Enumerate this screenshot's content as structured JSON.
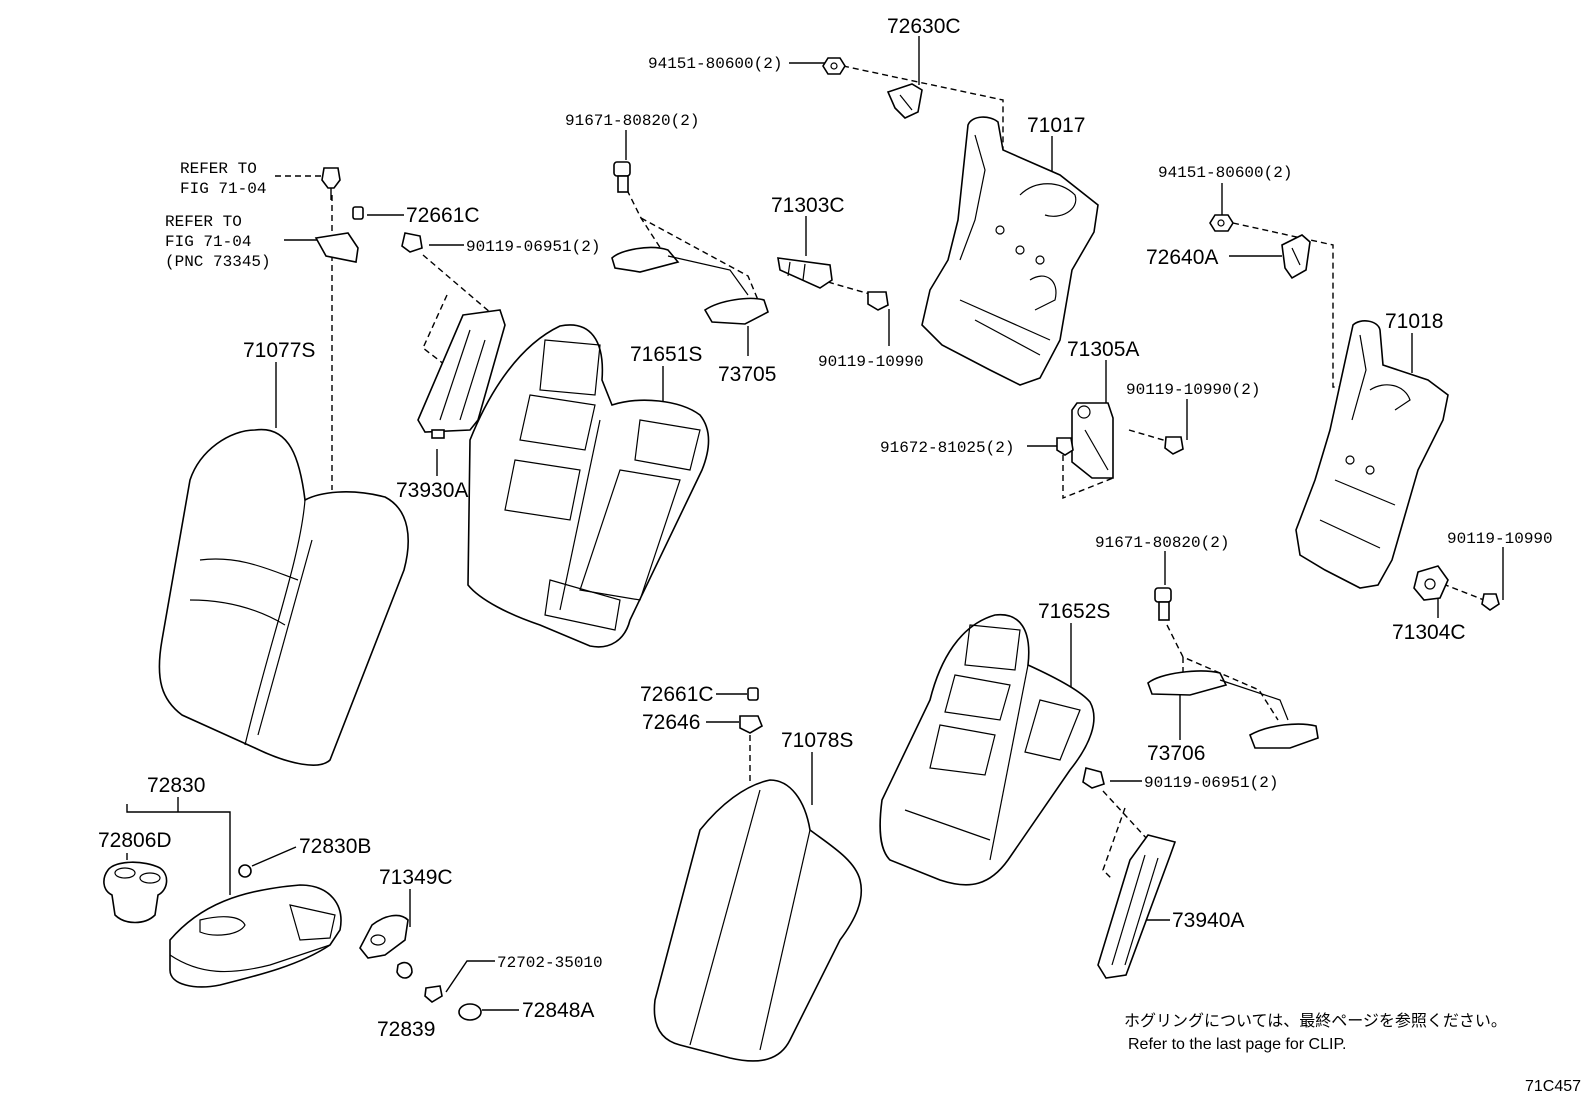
{
  "labels": {
    "p72630C": "72630C",
    "p94151_top": "94151-80600(2)",
    "p71017": "71017",
    "p91671_top": "91671-80820(2)",
    "p71303C": "71303C",
    "p73705": "73705",
    "p90119_10990_mid": "90119-10990",
    "p94151_right": "94151-80600(2)",
    "p72640A": "72640A",
    "p71018": "71018",
    "p71305A": "71305A",
    "p90119_10990_2": "90119-10990(2)",
    "p91672": "91672-81025(2)",
    "refer1_line1": "REFER TO",
    "refer1_line2": "FIG 71-04",
    "refer2_line1": "REFER TO",
    "refer2_line2": "FIG 71-04",
    "refer2_line3": "(PNC 73345)",
    "p72661C_top": "72661C",
    "p90119_06951_top": "90119-06951(2)",
    "p71077S": "71077S",
    "p71651S": "71651S",
    "p73930A": "73930A",
    "p91671_right": "91671-80820(2)",
    "p90119_10990_right": "90119-10990",
    "p71304C": "71304C",
    "p71652S": "71652S",
    "p72661C_mid": "72661C",
    "p72646": "72646",
    "p71078S": "71078S",
    "p73706": "73706",
    "p90119_06951_right": "90119-06951(2)",
    "p72830": "72830",
    "p72806D": "72806D",
    "p72830B": "72830B",
    "p71349C": "71349C",
    "p72702": "72702-35010",
    "p72848A": "72848A",
    "p72839": "72839",
    "p73940A": "73940A"
  },
  "notes": {
    "jp": "ホグリングについては、最終ページを参照ください。",
    "en": "Refer to the last page for CLIP.",
    "figure_code": "71C457"
  }
}
